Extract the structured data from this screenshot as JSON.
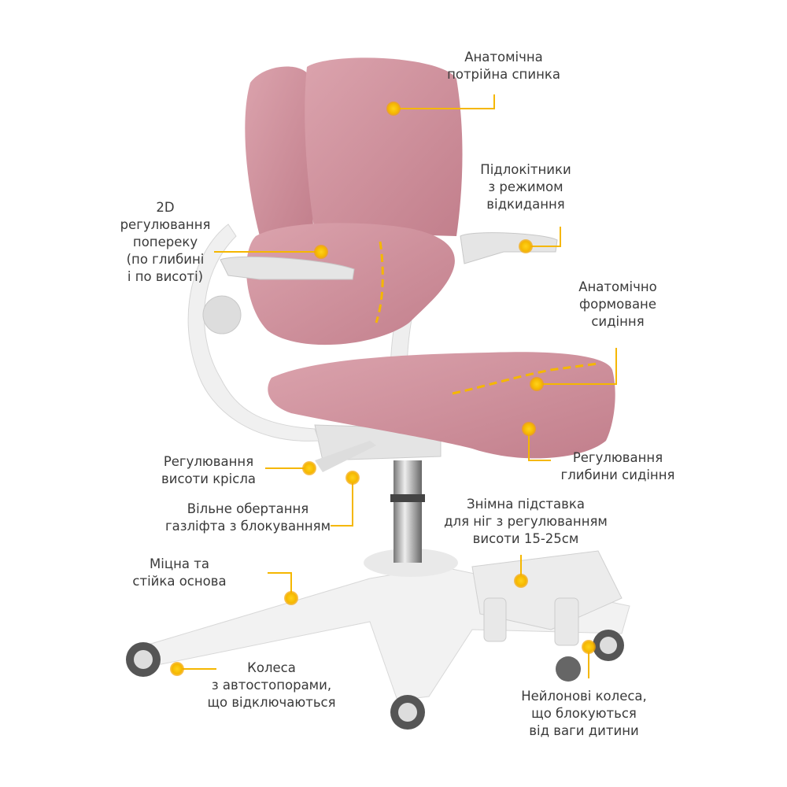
{
  "accent_color": "#f5b700",
  "upholstery_color": "#cf8f9b",
  "callouts": [
    {
      "id": "backrest",
      "lines": [
        "Анатомічна",
        "потрійна спинка"
      ]
    },
    {
      "id": "armrests",
      "lines": [
        "Підлокітники",
        "з режимом",
        "відкидання"
      ]
    },
    {
      "id": "lumbar",
      "lines": [
        "2D",
        "регулювання",
        "попереку",
        "(по глибині",
        "і по висоті)"
      ]
    },
    {
      "id": "seat-shape",
      "lines": [
        "Анатомічно",
        "формоване",
        "сидіння"
      ]
    },
    {
      "id": "seat-depth",
      "lines": [
        "Регулювання",
        "глибини сидіння"
      ]
    },
    {
      "id": "seat-height",
      "lines": [
        "Регулювання",
        "висоти крісла"
      ]
    },
    {
      "id": "gaslift",
      "lines": [
        "Вільне обертання",
        "газліфта з блокуванням"
      ]
    },
    {
      "id": "footrest",
      "lines": [
        "Знімна підставка",
        "для ніг з регулюванням",
        "висоти 15-25см"
      ]
    },
    {
      "id": "base",
      "lines": [
        "Міцна та",
        "стійка основа"
      ]
    },
    {
      "id": "casters-auto",
      "lines": [
        "Колеса",
        "з автостопорами,",
        "що відключаються"
      ]
    },
    {
      "id": "casters-nylon",
      "lines": [
        "Нейлонові колеса,",
        "що блокуються",
        "від ваги дитини"
      ]
    }
  ]
}
